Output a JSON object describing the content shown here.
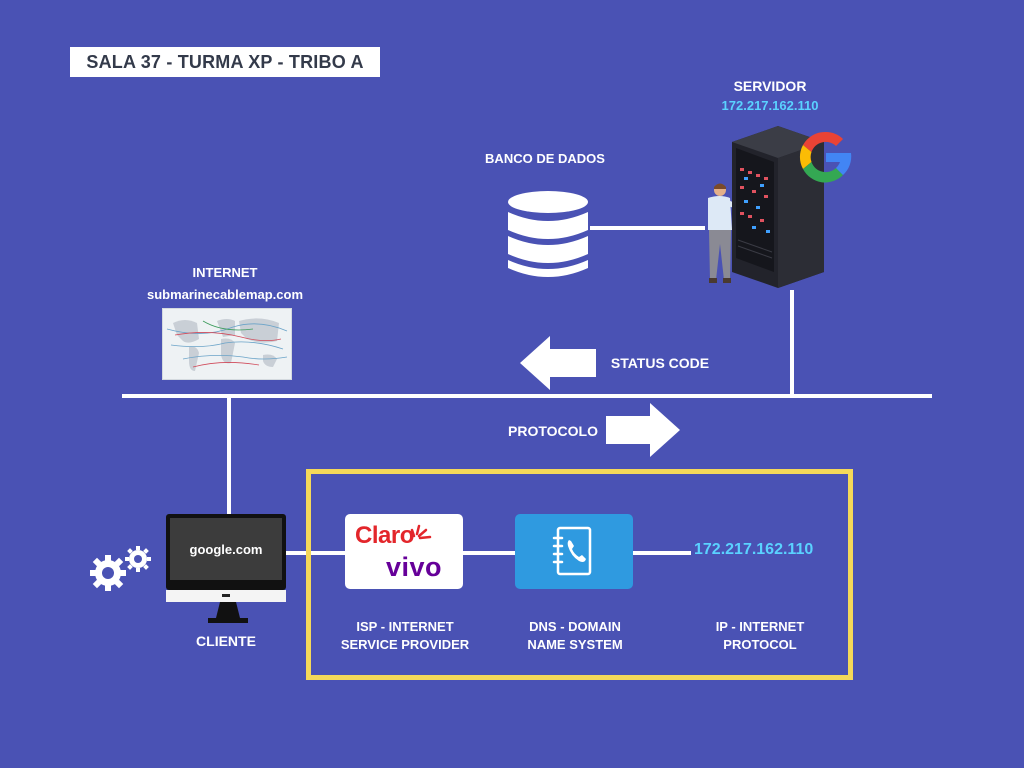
{
  "title": "SALA 37 - TURMA XP - TRIBO A",
  "server": {
    "label": "SERVIDOR",
    "ip": "172.217.162.110"
  },
  "database": {
    "label": "BANCO DE DADOS"
  },
  "internet": {
    "label": "INTERNET",
    "source": "submarinecablemap.com"
  },
  "arrows": {
    "status_code": "STATUS CODE",
    "protocol": "PROTOCOLO"
  },
  "client": {
    "label": "CLIENTE",
    "screen_text": "google.com"
  },
  "isp": {
    "label_line1": "ISP - INTERNET",
    "label_line2": "SERVICE PROVIDER",
    "brand1": "Claro",
    "brand2": "vivo"
  },
  "dns": {
    "label_line1": "DNS - DOMAIN",
    "label_line2": "NAME SYSTEM"
  },
  "ip": {
    "label_line1": "IP - INTERNET",
    "label_line2": "PROTOCOL",
    "value": "172.217.162.110"
  },
  "colors": {
    "background": "#4a52b4",
    "frame": "#f4d85a",
    "ip_text": "#5ad2ff",
    "dns_card": "#2f9ae0",
    "claro_red": "#e3262b",
    "vivo_purple": "#660099"
  },
  "icons": [
    "database-icon",
    "server-rack-icon",
    "google-logo-icon",
    "technician-icon",
    "world-map-thumbnail",
    "monitor-icon",
    "gears-icon",
    "phonebook-icon",
    "arrow-left-icon",
    "arrow-right-icon"
  ]
}
